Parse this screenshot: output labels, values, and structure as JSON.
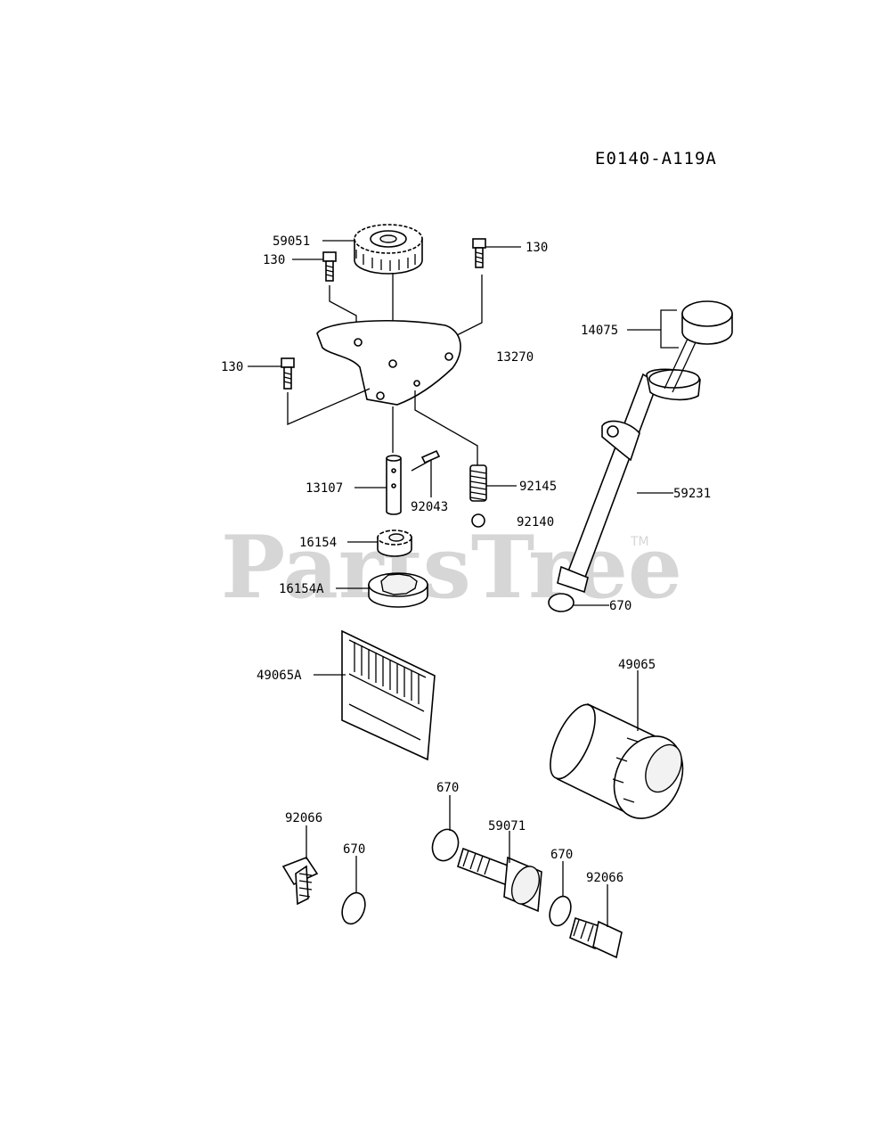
{
  "diagram_code": "E0140-A119A",
  "watermark": {
    "text": "PartsTree",
    "tm": "TM"
  },
  "labels": {
    "l_59051": "59051",
    "l_130_a": "130",
    "l_130_b": "130",
    "l_130_c": "130",
    "l_13270": "13270",
    "l_14075": "14075",
    "l_13107": "13107",
    "l_92043": "92043",
    "l_92145": "92145",
    "l_92140": "92140",
    "l_59231": "59231",
    "l_16154": "16154",
    "l_16154A": "16154A",
    "l_670_a": "670",
    "l_49065A": "49065A",
    "l_49065": "49065",
    "l_670_b": "670",
    "l_92066_a": "92066",
    "l_670_c": "670",
    "l_59071": "59071",
    "l_670_d": "670",
    "l_92066_b": "92066"
  }
}
